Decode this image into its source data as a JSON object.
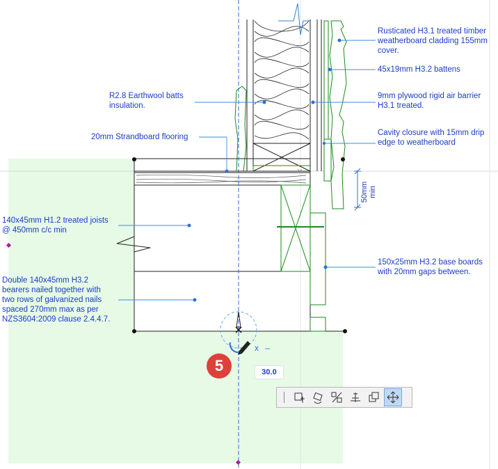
{
  "annotations": {
    "weatherboard": "Rusticated H3.1 treated timber\nweatherboard cladding 155mm\ncover.",
    "battens": "45x19mm H3.2 battens",
    "insulation": "R2.8 Earthwool batts\ninsulation.",
    "plywood": "9mm plywood rigid air barrier\nH3.1 treated.",
    "flooring": "20mm Strandboard flooring",
    "cavity_closure": "Cavity closure with 15mm drip\nedge to weatherboard",
    "joists": "140x45mm H1.2 treated joists\n@ 450mm c/c min",
    "base_boards": "150x25mm H3.2 base boards\nwith 20mm gaps between.",
    "bearers": "Double 140x45mm H3.2\nbearers nailed together with\ntwo rows of galvanized nails\nspaced 270mm max as per\nNZS3604:2009 clause 2.4.4.7."
  },
  "dimension": {
    "value": "50mm",
    "suffix": "min"
  },
  "tracker": {
    "x_label": "x",
    "dash": "–",
    "value": "30.0"
  },
  "step_badge": "5",
  "pet_palette": {
    "tools": [
      {
        "name": "move-node-icon",
        "active": false
      },
      {
        "name": "rotate-icon",
        "active": false
      },
      {
        "name": "mirror-icon",
        "active": false
      },
      {
        "name": "elevate-icon",
        "active": false
      },
      {
        "name": "multiply-icon",
        "active": false
      },
      {
        "name": "drag-icon",
        "active": true
      }
    ]
  },
  "colors": {
    "annotation": "#1a3cc8",
    "selection_fill": "#e6fae6",
    "timber_green": "#1a8a1a",
    "badge": "#e0403a"
  }
}
